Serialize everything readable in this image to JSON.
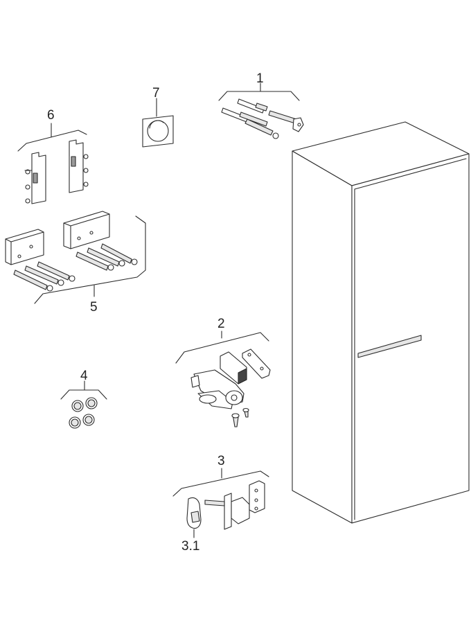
{
  "parts": [
    {
      "label": "1"
    },
    {
      "label": "2"
    },
    {
      "label": "3"
    },
    {
      "label": "3.1"
    },
    {
      "label": "4"
    },
    {
      "label": "5"
    },
    {
      "label": "6"
    },
    {
      "label": "7"
    }
  ]
}
